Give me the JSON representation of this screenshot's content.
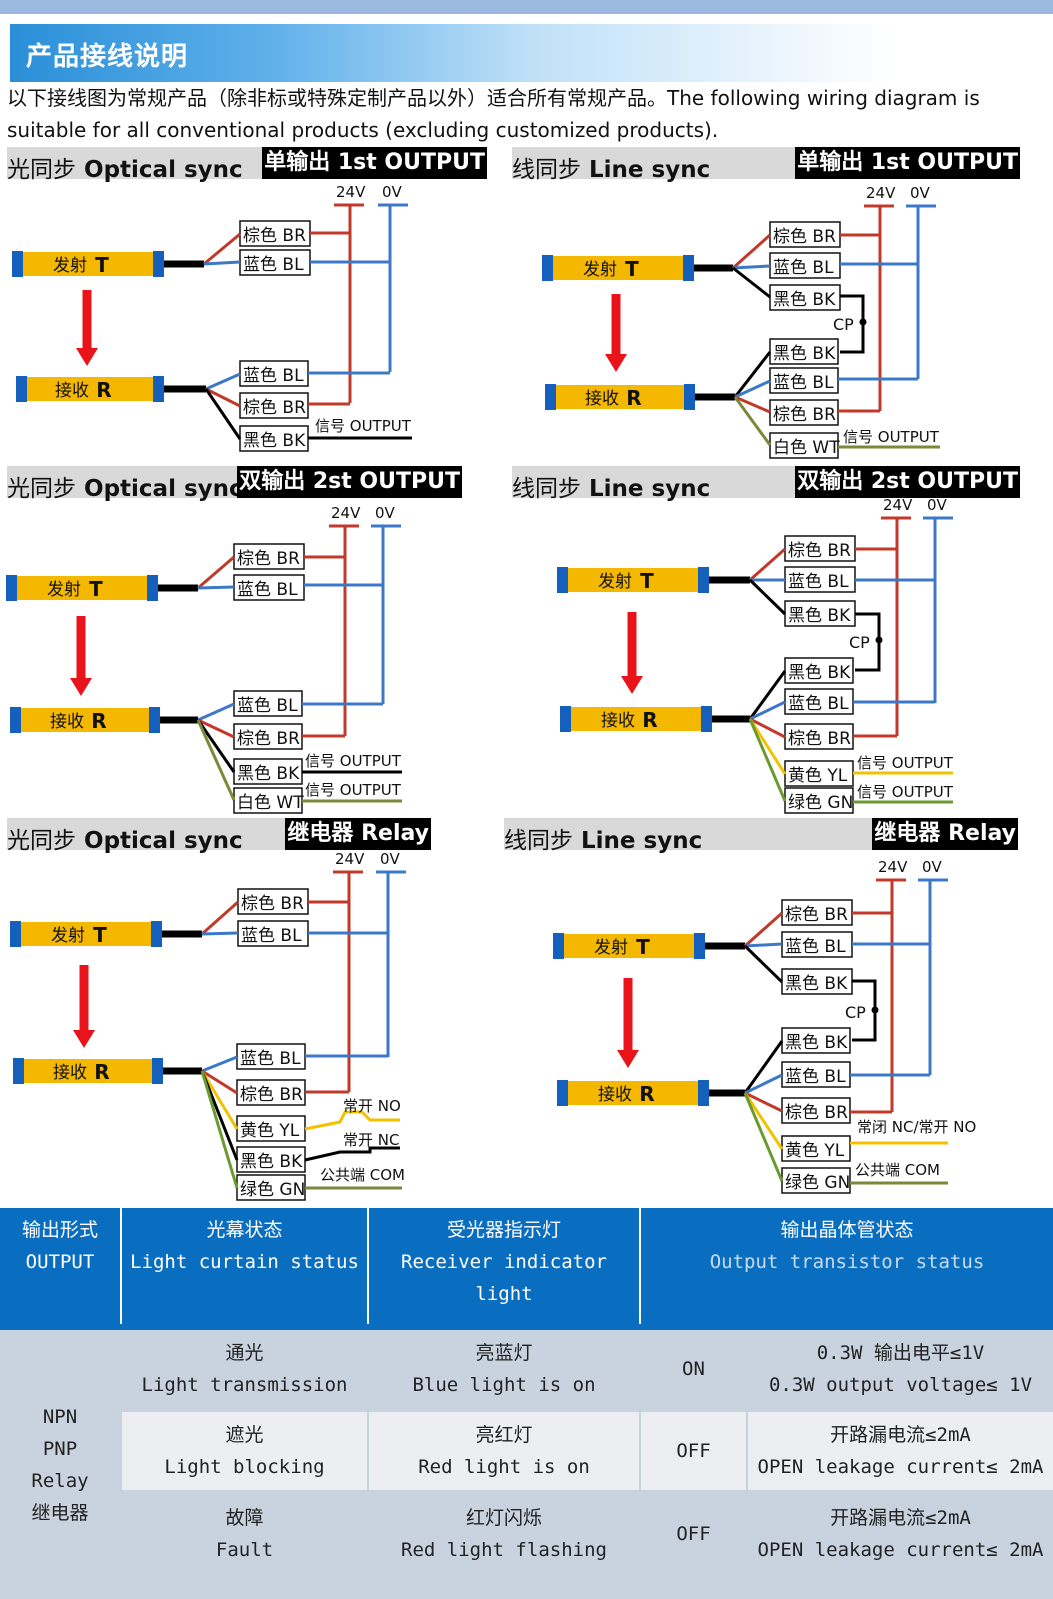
{
  "title": "产品接线说明",
  "intro": "以下接线图为常规产品（除非标或特殊定制产品以外）适合所有常规产品。The following wiring diagram is suitable for all conventional products (excluding customized products).",
  "sections": [
    {
      "title_cn": "光同步",
      "title_en": "Optical sync",
      "tag": "单输出 1st OUTPUT"
    },
    {
      "title_cn": "线同步",
      "title_en": "Line sync",
      "tag": "单输出 1st OUTPUT"
    },
    {
      "title_cn": "光同步",
      "title_en": "Optical sync",
      "tag": "双输出 2st OUTPUT"
    },
    {
      "title_cn": "线同步",
      "title_en": "Line sync",
      "tag": "双输出 2st OUTPUT"
    },
    {
      "title_cn": "光同步",
      "title_en": "Optical sync",
      "tag": "继电器 Relay"
    },
    {
      "title_cn": "线同步",
      "title_en": "Line sync",
      "tag": "继电器 Relay"
    }
  ],
  "labels": {
    "v24": "24V",
    "v0": "0V",
    "emitter_cn": "发射",
    "emitter": "T",
    "receiver_cn": "接收",
    "receiver": "R",
    "cp": "CP",
    "br": "棕色 BR",
    "bl": "蓝色 BL",
    "bk": "黑色 BK",
    "wt": "白色 WT",
    "yl": "黄色 YL",
    "gn": "绿色 GN",
    "signal": "信号 OUTPUT",
    "no": "常开 NO",
    "nc": "常开 NC",
    "com": "公共端 COM",
    "ncno": "常闭 NC/常开 NO"
  },
  "colors": {
    "red": "#c0392b",
    "blue": "#3c78c8",
    "olive": "#7a8a3a",
    "yellow": "#f2c200",
    "green": "#6a9a30",
    "bar": "#f5b800",
    "cap": "#1560bd"
  },
  "table": {
    "headers": [
      {
        "cn": "输出形式",
        "en": "OUTPUT"
      },
      {
        "cn": "光幕状态",
        "en": "Light curtain status"
      },
      {
        "cn": "受光器指示灯",
        "en": "Receiver indicator light"
      },
      {
        "cn": "输出晶体管状态",
        "en": "Output transistor status"
      }
    ],
    "output_types": [
      "NPN",
      "PNP",
      "Relay",
      "继电器"
    ],
    "rows": [
      {
        "status_cn": "通光",
        "status_en": "Light transmission",
        "light_cn": "亮蓝灯",
        "light_en": "Blue light is on",
        "state": "ON",
        "detail_cn": "0.3W 输出电平≤1V",
        "detail_en": "0.3W output voltage≤ 1V"
      },
      {
        "status_cn": "遮光",
        "status_en": "Light blocking",
        "light_cn": "亮红灯",
        "light_en": "Red light is on",
        "state": "OFF",
        "detail_cn": "开路漏电流≤2mA",
        "detail_en": "OPEN leakage current≤ 2mA"
      },
      {
        "status_cn": "故障",
        "status_en": "Fault",
        "light_cn": "红灯闪烁",
        "light_en": "Red light flashing",
        "state": "OFF",
        "detail_cn": "开路漏电流≤2mA",
        "detail_en": "OPEN leakage current≤ 2mA"
      }
    ]
  }
}
